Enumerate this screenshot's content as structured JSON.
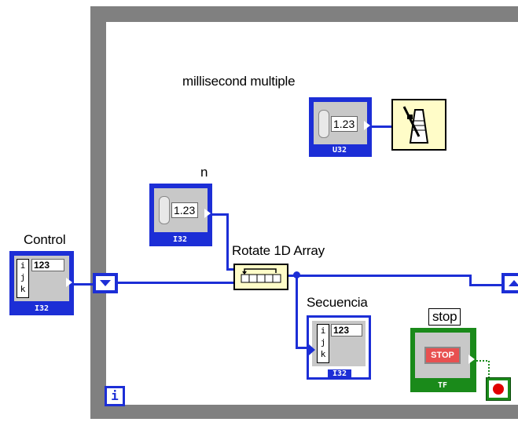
{
  "labels": {
    "millisecond_multiple": "millisecond multiple",
    "n": "n",
    "control": "Control",
    "rotate": "Rotate 1D Array",
    "secuencia": "Secuencia",
    "stop": "stop"
  },
  "terminals": {
    "ms_value": "1.23",
    "ms_type": "U32",
    "n_value": "1.23",
    "n_type": "I32",
    "control_value": "123",
    "control_type": "I32",
    "secuencia_value": "123",
    "secuencia_type": "I32",
    "stop_button": "STOP",
    "stop_type": "TF",
    "index_i": "i",
    "array_i": "i",
    "array_j": "j",
    "array_k": "k"
  },
  "colors": {
    "wire_int": "#1c2ed6",
    "boolean": "#1a8a1a",
    "frame": "#808080"
  }
}
